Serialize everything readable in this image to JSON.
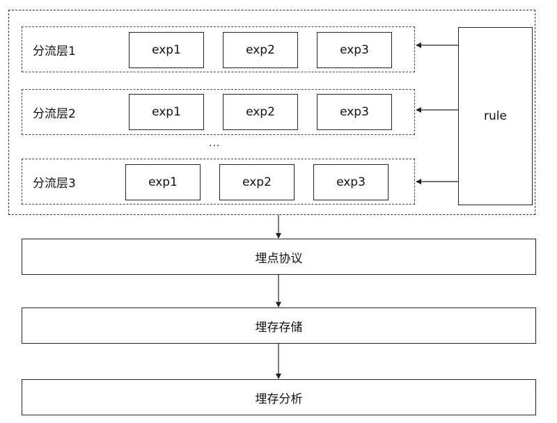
{
  "layers": [
    {
      "label": "分流层1",
      "experiments": [
        "exp1",
        "exp2",
        "exp3"
      ]
    },
    {
      "label": "分流层2",
      "experiments": [
        "exp1",
        "exp2",
        "exp3"
      ]
    },
    {
      "label": "分流层3",
      "experiments": [
        "exp1",
        "exp2",
        "exp3"
      ]
    }
  ],
  "ellipsis": "...",
  "rule": "rule",
  "pipeline": [
    "埋点协议",
    "埋存存储",
    "埋存分析"
  ]
}
